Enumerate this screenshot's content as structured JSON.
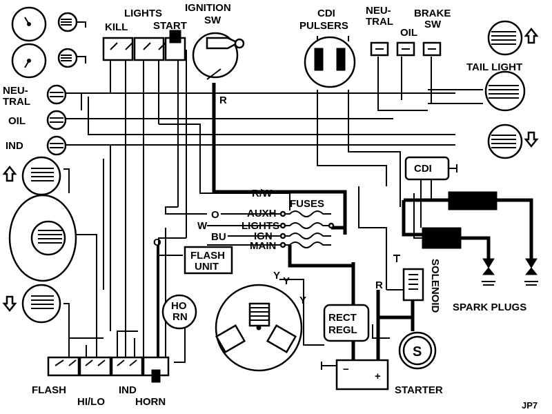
{
  "labels": {
    "lights": "LIGHTS",
    "ignition": "IGNITION",
    "sw1": "SW",
    "kill": "KILL",
    "start": "START",
    "cdi_pulsers": "CDI",
    "pulsers": "PULSERS",
    "neu": "NEU-",
    "tral": "TRAL",
    "oil": "OIL",
    "brake": "BRAKE",
    "sw2": "SW",
    "tail_light": "TAIL LIGHT",
    "neutral_neu": "NEU-",
    "neutral_tral": "TRAL",
    "oil_lamp": "OIL",
    "ind": "IND",
    "r_wire": "R",
    "cdi": "CDI",
    "rw": "R/W",
    "fuses": "FUSES",
    "o_wire": "O",
    "auxh": "AUXH",
    "w_wire": "W",
    "lights_fuse": "LIGHTS",
    "bu_wire": "BU",
    "ign": "IGN",
    "main": "MAIN",
    "o_wire2": "O",
    "flash_unit_1": "FLASH",
    "flash_unit_2": "UNIT",
    "y1": "Y",
    "y2": "Y",
    "y3": "Y",
    "r_wire2": "R",
    "horn_1": "HO",
    "horn_2": "RN",
    "rect_1": "RECT",
    "rect_2": "REGL",
    "solenoid": "SOLENOID",
    "spark_plugs": "SPARK PLUGS",
    "starter_s": "S",
    "starter": "STARTER",
    "flash": "FLASH",
    "hilo": "HI/LO",
    "ind_sw": "IND",
    "horn": "HORN",
    "plus": "+",
    "minus": "−",
    "jp7": "JP7"
  }
}
